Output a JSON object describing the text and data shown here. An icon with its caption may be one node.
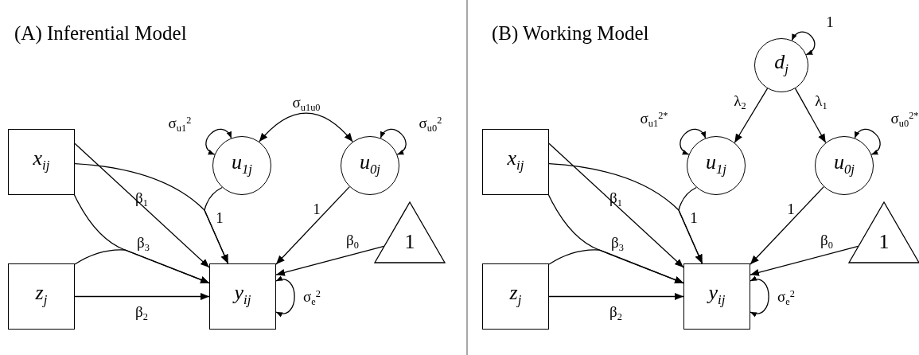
{
  "diagram": {
    "nodes": [
      {
        "text": [
          "x$_{ij}$"
        ]
      },
      {
        "text": [
          "z$_{j}$"
        ]
      },
      {
        "text": [
          "u$_{1j}$"
        ]
      },
      {
        "text": [
          "u$_{0j}$"
        ]
      },
      {
        "text": [
          "y$_{ij}$"
        ]
      },
      {
        "text": [
          "1"
        ]
      },
      {
        "text": [
          "d$_{j}$"
        ]
      },
      {
        "text": [
          "x$_{ij}$"
        ]
      },
      {
        "text": [
          "z$_{j}$"
        ]
      },
      {
        "text": [
          "u$_{1j}$"
        ]
      },
      {
        "text": [
          "u$_{0j}$"
        ]
      },
      {
        "text": [
          "y$_{ij}$"
        ]
      },
      {
        "text": [
          "1"
        ]
      }
    ],
    "edges": [
      {
        "from": 0,
        "to": 4,
        "arrow": "to",
        "label": "β$_{1}$"
      },
      {
        "from": 0,
        "to": 4,
        "arrow": "to",
        "label": "β$_{3}$"
      },
      {
        "from": 1,
        "to": 4,
        "arrow": "to"
      },
      {
        "from": 0,
        "to": 4,
        "arrow": "to"
      },
      {
        "from": 2,
        "to": 4,
        "arrow": "to",
        "label": "1"
      },
      {
        "from": 1,
        "to": 4,
        "arrow": "to",
        "label": "β$_{2}$"
      },
      {
        "from": 3,
        "to": 4,
        "arrow": "to",
        "label": "1"
      },
      {
        "from": 5,
        "to": 4,
        "arrow": "to",
        "label": "β$_{0}$"
      },
      {
        "from": 2,
        "to": 2,
        "arrow": "both",
        "label": "σ$_{u1}$$^{2}$"
      },
      {
        "from": 3,
        "to": 3,
        "arrow": "both",
        "label": "σ$_{u0}$$^{2}$"
      },
      {
        "from": 4,
        "to": 4,
        "arrow": "both",
        "label": "σ$_{e}$$^{2}$"
      },
      {
        "from": 2,
        "to": 3,
        "arrow": "both",
        "label": "σ$_{u1u0}$"
      },
      {
        "from": 7,
        "to": 11,
        "arrow": "to",
        "label": "β$_{1}$"
      },
      {
        "from": 7,
        "to": 11,
        "arrow": "to",
        "label": "β$_{3}$"
      },
      {
        "from": 8,
        "to": 11,
        "arrow": "to"
      },
      {
        "from": 7,
        "to": 11,
        "arrow": "to"
      },
      {
        "from": 9,
        "to": 11,
        "arrow": "to",
        "label": "1"
      },
      {
        "from": 8,
        "to": 11,
        "arrow": "to",
        "label": "β$_{2}$"
      },
      {
        "from": 10,
        "to": 11,
        "arrow": "to",
        "label": "1"
      },
      {
        "from": 12,
        "to": 11,
        "arrow": "to",
        "label": "β$_{0}$"
      },
      {
        "from": 9,
        "to": 9,
        "arrow": "both",
        "label": "σ$_{u1}$$^{2*}$"
      },
      {
        "from": 10,
        "to": 10,
        "arrow": "both",
        "label": "σ$_{u0}$$^{2*}$"
      },
      {
        "from": 11,
        "to": 11,
        "arrow": "both",
        "label": "σ$_{e}$$^{2}$"
      },
      {
        "from": 6,
        "to": 6,
        "arrow": "both",
        "label": "1"
      },
      {
        "from": 6,
        "to": 9,
        "arrow": "to",
        "label": "λ$_{2}$"
      },
      {
        "from": 6,
        "to": 10,
        "arrow": "to",
        "label": "λ$_{1}$"
      }
    ],
    "labels": [
      "(A) Inferential Model",
      "(B) Working Model"
    ]
  }
}
